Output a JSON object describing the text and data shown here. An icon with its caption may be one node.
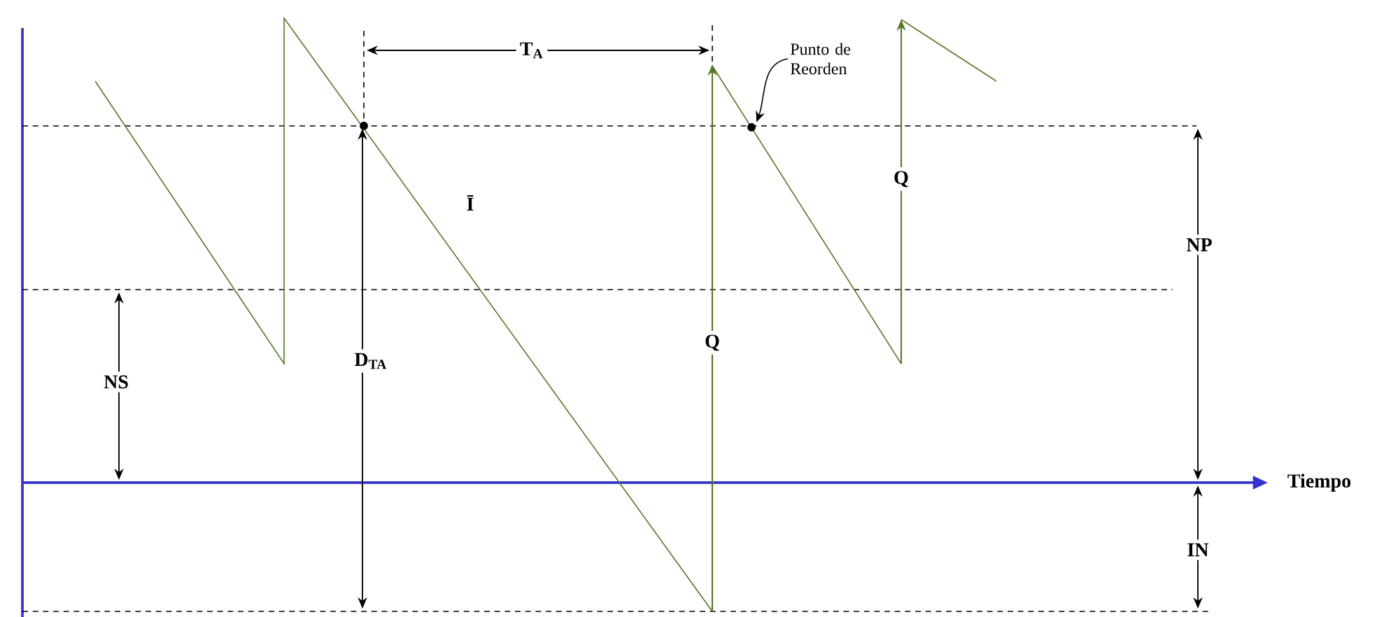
{
  "diagram": {
    "nodes": [
      {
        "text": [
          "Punto de Reorden"
        ]
      },
      {
        "text": [],
        "shape": "circle"
      }
    ],
    "edges": [
      {
        "from": 0,
        "to": 1,
        "arrow": "to"
      }
    ],
    "labels": [
      "T$_{A}$",
      "Q",
      "Ī",
      "NP",
      "Q",
      "D$_{TA}$",
      "NS",
      "Tiempo",
      "IN"
    ]
  }
}
